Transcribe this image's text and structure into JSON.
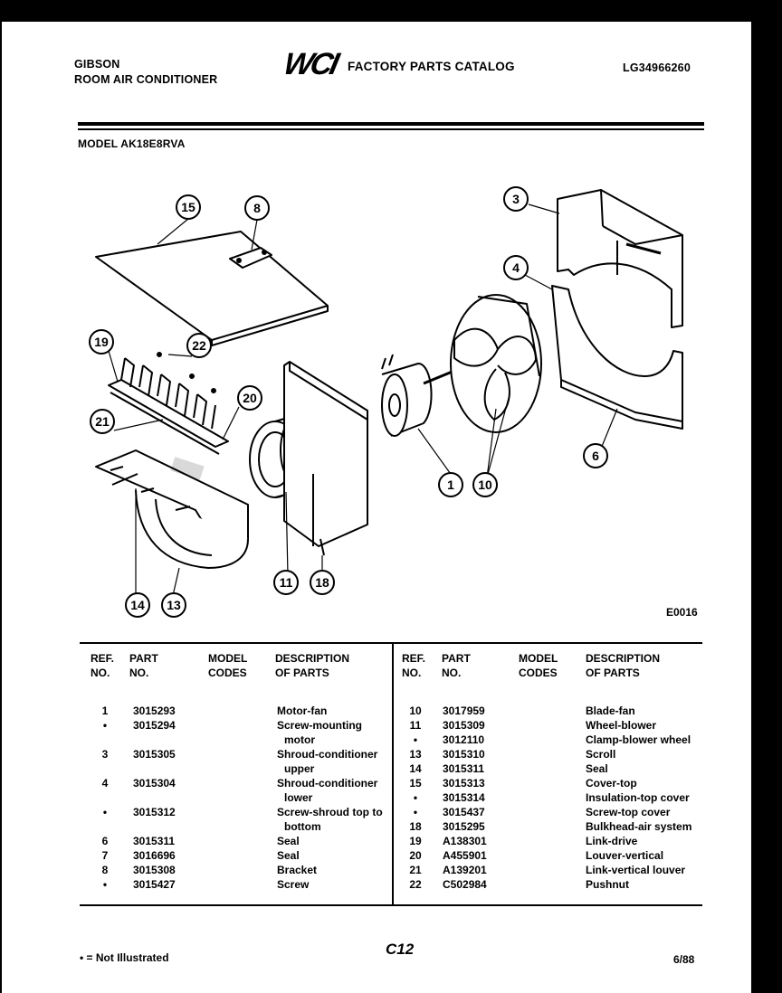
{
  "header": {
    "brand": "GIBSON",
    "product": "ROOM AIR CONDITIONER",
    "logo_text": "WCI",
    "catalog_title": "FACTORY PARTS CATALOG",
    "catalog_number": "LG34966260",
    "model_label": "MODEL AK18E8RVA"
  },
  "diagram": {
    "callouts": [
      "15",
      "8",
      "19",
      "22",
      "20",
      "21",
      "14",
      "13",
      "11",
      "18",
      "1",
      "10",
      "3",
      "4",
      "6"
    ],
    "code": "E0016"
  },
  "table": {
    "headers": {
      "ref": [
        "REF.",
        "NO."
      ],
      "part": [
        "PART",
        "NO."
      ],
      "model": [
        "MODEL",
        "CODES"
      ],
      "desc": [
        "DESCRIPTION",
        "OF PARTS"
      ]
    },
    "left_rows": [
      {
        "ref": "1",
        "part": "3015293",
        "desc": "Motor-fan"
      },
      {
        "ref": "•",
        "part": "3015294",
        "desc": "Screw-mounting"
      },
      {
        "ref": "",
        "part": "",
        "desc": "motor"
      },
      {
        "ref": "3",
        "part": "3015305",
        "desc": "Shroud-conditioner"
      },
      {
        "ref": "",
        "part": "",
        "desc": "upper"
      },
      {
        "ref": "4",
        "part": "3015304",
        "desc": "Shroud-conditioner"
      },
      {
        "ref": "",
        "part": "",
        "desc": "lower"
      },
      {
        "ref": "•",
        "part": "3015312",
        "desc": "Screw-shroud top to"
      },
      {
        "ref": "",
        "part": "",
        "desc": "bottom"
      },
      {
        "ref": "6",
        "part": "3015311",
        "desc": "Seal"
      },
      {
        "ref": "7",
        "part": "3016696",
        "desc": "Seal"
      },
      {
        "ref": "8",
        "part": "3015308",
        "desc": "Bracket"
      },
      {
        "ref": "•",
        "part": "3015427",
        "desc": "Screw"
      }
    ],
    "right_rows": [
      {
        "ref": "10",
        "part": "3017959",
        "desc": "Blade-fan"
      },
      {
        "ref": "11",
        "part": "3015309",
        "desc": "Wheel-blower"
      },
      {
        "ref": "•",
        "part": "3012110",
        "desc": "Clamp-blower wheel"
      },
      {
        "ref": "13",
        "part": "3015310",
        "desc": "Scroll"
      },
      {
        "ref": "14",
        "part": "3015311",
        "desc": "Seal"
      },
      {
        "ref": "15",
        "part": "3015313",
        "desc": "Cover-top"
      },
      {
        "ref": "•",
        "part": "3015314",
        "desc": "Insulation-top cover"
      },
      {
        "ref": "•",
        "part": "3015437",
        "desc": "Screw-top cover"
      },
      {
        "ref": "18",
        "part": "3015295",
        "desc": "Bulkhead-air system"
      },
      {
        "ref": "19",
        "part": "A138301",
        "desc": "Link-drive"
      },
      {
        "ref": "20",
        "part": "A455901",
        "desc": "Louver-vertical"
      },
      {
        "ref": "21",
        "part": "A139201",
        "desc": "Link-vertical louver"
      },
      {
        "ref": "22",
        "part": "C502984",
        "desc": "Pushnut"
      }
    ]
  },
  "footer": {
    "note": "• = Not Illustrated",
    "page": "C12",
    "date": "6/88"
  }
}
